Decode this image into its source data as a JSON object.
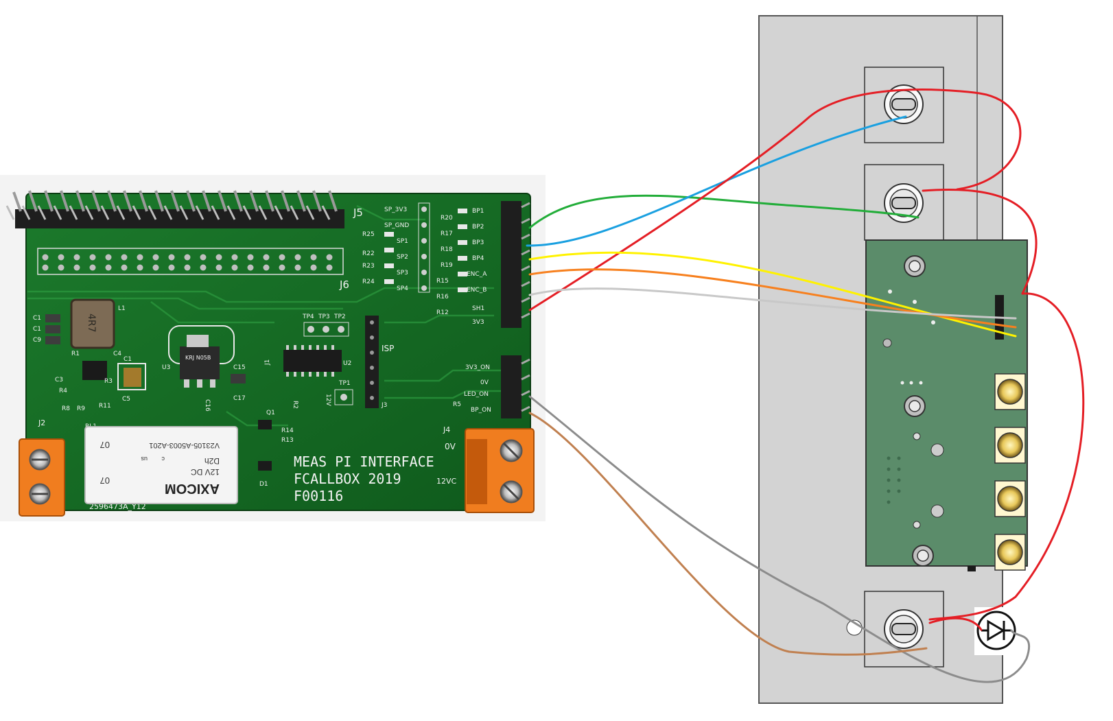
{
  "board": {
    "header_j5": "J5",
    "header_j6": "J6",
    "silk_line1": "MEAS PI INTERFACE",
    "silk_line2": "FCALLBOX 2019",
    "silk_line3": "F00116",
    "inductor_marking": "4R7",
    "relay_brand": "AXICOM",
    "relay_part": "V23105-A5003-A201",
    "relay_rating": "12V DC",
    "relay_code": "D2h",
    "relay_side": "07",
    "relay_ul": "us",
    "relay_c": "c",
    "board_code": "2596473A_Y12",
    "u3_marking": "KRJ N05B",
    "j4_label": "J4",
    "j4_pin1": "0V",
    "j4_pin2": "12VC",
    "j2_label": "J2",
    "rl1_label": "RL1",
    "isp_label": "ISP",
    "j3_label": "J3",
    "u2_label": "U2",
    "u3_label": "U3",
    "l1_label": "L1",
    "tp_labels": [
      "TP4",
      "TP3",
      "TP2"
    ],
    "tp1_label": "TP1",
    "tp_12v": "12V",
    "left_connector_labels": [
      "SP_3V3",
      "SP_GND",
      "SP1",
      "SP2",
      "SP3",
      "SP4"
    ],
    "left_resistors": [
      "R25",
      "R22",
      "R23",
      "R24"
    ],
    "right_resistors": [
      "R20",
      "R17",
      "R18",
      "R19",
      "R15",
      "R16",
      "R12"
    ],
    "right_connector_labels": [
      "BP1",
      "BP2",
      "BP3",
      "BP4",
      "ENC_A",
      "ENC_B",
      "SH1",
      "3V3"
    ],
    "lower_connector_labels": [
      "3V3_ON",
      "0V",
      "LED_ON",
      "BP_ON"
    ],
    "r5_label": "R5",
    "misc_labels": [
      "C1",
      "C1",
      "C9",
      "R1",
      "C4",
      "C1",
      "C3",
      "R3",
      "R4",
      "R8",
      "R9",
      "R11",
      "C5",
      "C15",
      "C16",
      "C17",
      "R2",
      "Q1",
      "R14",
      "R13",
      "D1",
      "J1"
    ]
  },
  "wire_colors": {
    "red": "#e41e25",
    "blue": "#1aa0e0",
    "green": "#22ad39",
    "yellow": "#fff200",
    "orange": "#f7801e",
    "light_gray": "#c8c8c8",
    "gray": "#8c8c8c",
    "brown": "#c08050"
  },
  "icons": [
    "diode-symbol-icon",
    "push-button-icon",
    "terminal-screw-icon"
  ]
}
